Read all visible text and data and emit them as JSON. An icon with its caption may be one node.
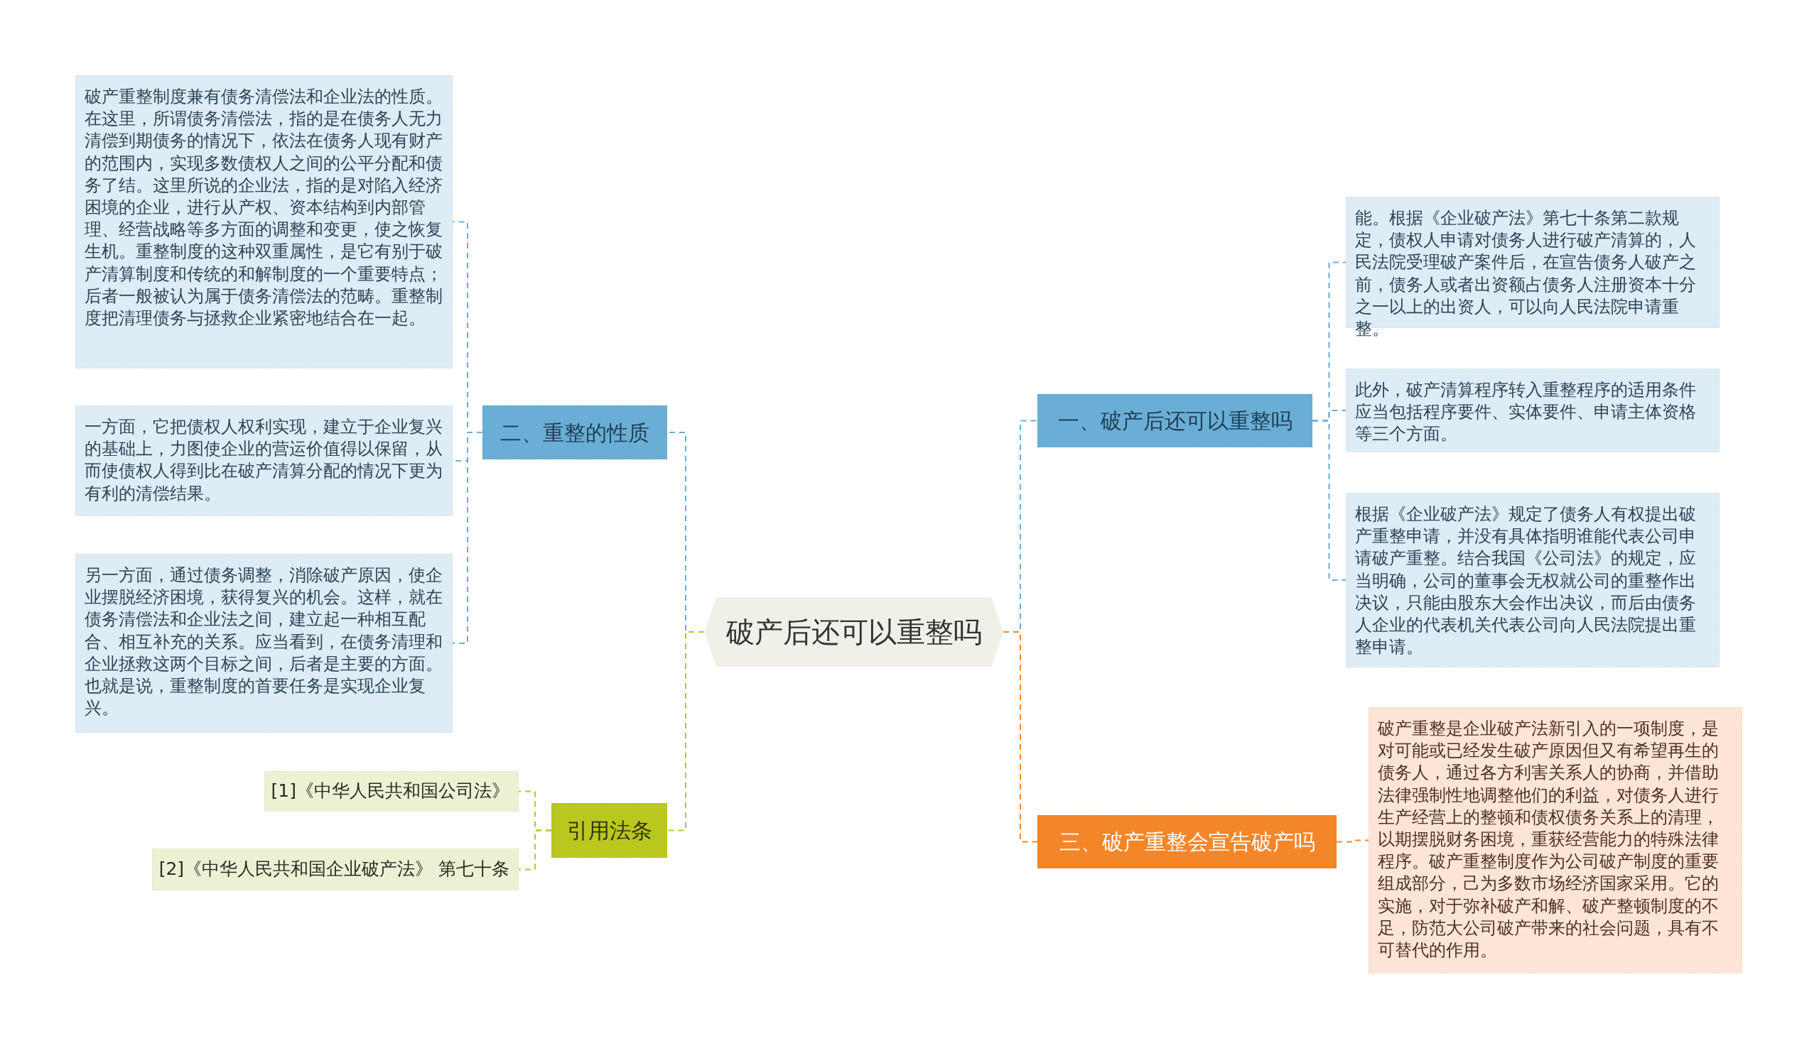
{
  "diagram": {
    "nodes": [
      {
        "text": [
          "破产后还可以重整吗"
        ]
      },
      {
        "text": [
          "二、重整的性质"
        ]
      },
      {
        "text": [
          "破产重整制度兼有债务清偿法和企业法的性质。在这里，所谓债务清偿法，指的是在债务人无力清偿到期债务的情况下，依法在债务人现有财产的范围内，实现多数债权人之间的公平分配和债务了结。这里所说的企业法，指的是对陷入经济困境的企业，进行从产权、资本结构到内部管理、经营战略等多方面的调整和变更，使之恢复生机。重整制度的这种双重属性，是它有别于破产清算制度和传统的和解制度的一个重要特点；后者一般被认为属于债务清偿法的范畴。重整制度把清理债务与拯救企业紧密地结合在一起。"
        ]
      },
      {
        "text": [
          "一方面，它把债权人权利实现，建立于企业复兴的基础上，力图使企业的营运价值得以保留，从而使债权人得到比在破产清算分配的情况下更为有利的清偿结果。"
        ]
      },
      {
        "text": [
          "另一方面，通过债务调整，消除破产原因，使企业摆脱经济困境，获得复兴的机会。这样，就在债务清偿法和企业法之间，建立起一种相互配合、相互补充的关系。应当看到，在债务清理和企业拯救这两个目标之间，后者是主要的方面。也就是说，重整制度的首要任务是实现企业复兴。"
        ]
      },
      {
        "text": [
          "引用法条"
        ]
      },
      {
        "text": [
          "[1]《中华人民共和国公司法》"
        ]
      },
      {
        "text": [
          "[2]《中华人民共和国企业破产法》 第七十条"
        ]
      },
      {
        "text": [
          "一、破产后还可以重整吗"
        ]
      },
      {
        "text": [
          "能。根据《企业破产法》第七十条第二款规定，债权人申请对债务人进行破产清算的，人民法院受理破产案件后，在宣告债务人破产之前，债务人或者出资额占债务人注册资本十分之一以上的出资人，可以向人民法院申请重整。"
        ]
      },
      {
        "text": [
          "此外，破产清算程序转入重整程序的适用条件应当包括程序要件、实体要件、申请主体资格等三个方面。"
        ]
      },
      {
        "text": [
          "根据《企业破产法》规定了债务人有权提出破产重整申请，并没有具体指明谁能代表公司申请破产重整。结合我国《公司法》的规定，应当明确，公司的董事会无权就公司的重整作出决议，只能由股东大会作出决议，而后由债务人企业的代表机关代表公司向人民法院提出重整申请。"
        ]
      },
      {
        "text": [
          "三、破产重整会宣告破产吗"
        ]
      },
      {
        "text": [
          "破产重整是企业破产法新引入的一项制度，是对可能或已经发生破产原因但又有希望再生的债务人，通过各方利害关系人的协商，并借助法律强制性地调整他们的利益，对债务人进行生产经营上的整顿和债权债务关系上的清理，以期摆脱财务困境，重获经营能力的特殊法律程序。破产重整制度作为公司破产制度的重要组成部分，己为多数市场经济国家采用。它的实施，对于弥补破产和解、破产整顿制度的不足，防范大公司破产带来的社会问题，具有不可替代的作用。"
        ]
      }
    ],
    "edges": [
      {
        "from": 0,
        "to": 1,
        "arrow": "none",
        "style": "dashed"
      },
      {
        "from": 1,
        "to": 2,
        "arrow": "none",
        "style": "dashed"
      },
      {
        "from": 1,
        "to": 3,
        "arrow": "none",
        "style": "dashed"
      },
      {
        "from": 1,
        "to": 4,
        "arrow": "none",
        "style": "dashed"
      },
      {
        "from": 0,
        "to": 5,
        "arrow": "none",
        "style": "dashed",
        "color": "#b5c42a"
      },
      {
        "from": 5,
        "to": 6,
        "arrow": "none",
        "style": "dashed",
        "color": "#b5c42a"
      },
      {
        "from": 5,
        "to": 7,
        "arrow": "none",
        "style": "dashed",
        "color": "#b5c42a"
      },
      {
        "from": 0,
        "to": 8,
        "arrow": "none",
        "style": "dashed"
      },
      {
        "from": 8,
        "to": 9,
        "arrow": "none",
        "style": "dashed"
      },
      {
        "from": 8,
        "to": 10,
        "arrow": "none",
        "style": "dashed"
      },
      {
        "from": 8,
        "to": 11,
        "arrow": "none",
        "style": "dashed"
      },
      {
        "from": 0,
        "to": 12,
        "arrow": "none",
        "style": "dashed",
        "color": "#f0882e"
      },
      {
        "from": 12,
        "to": 13,
        "arrow": "none",
        "style": "dashed",
        "color": "#f0882e"
      }
    ]
  }
}
